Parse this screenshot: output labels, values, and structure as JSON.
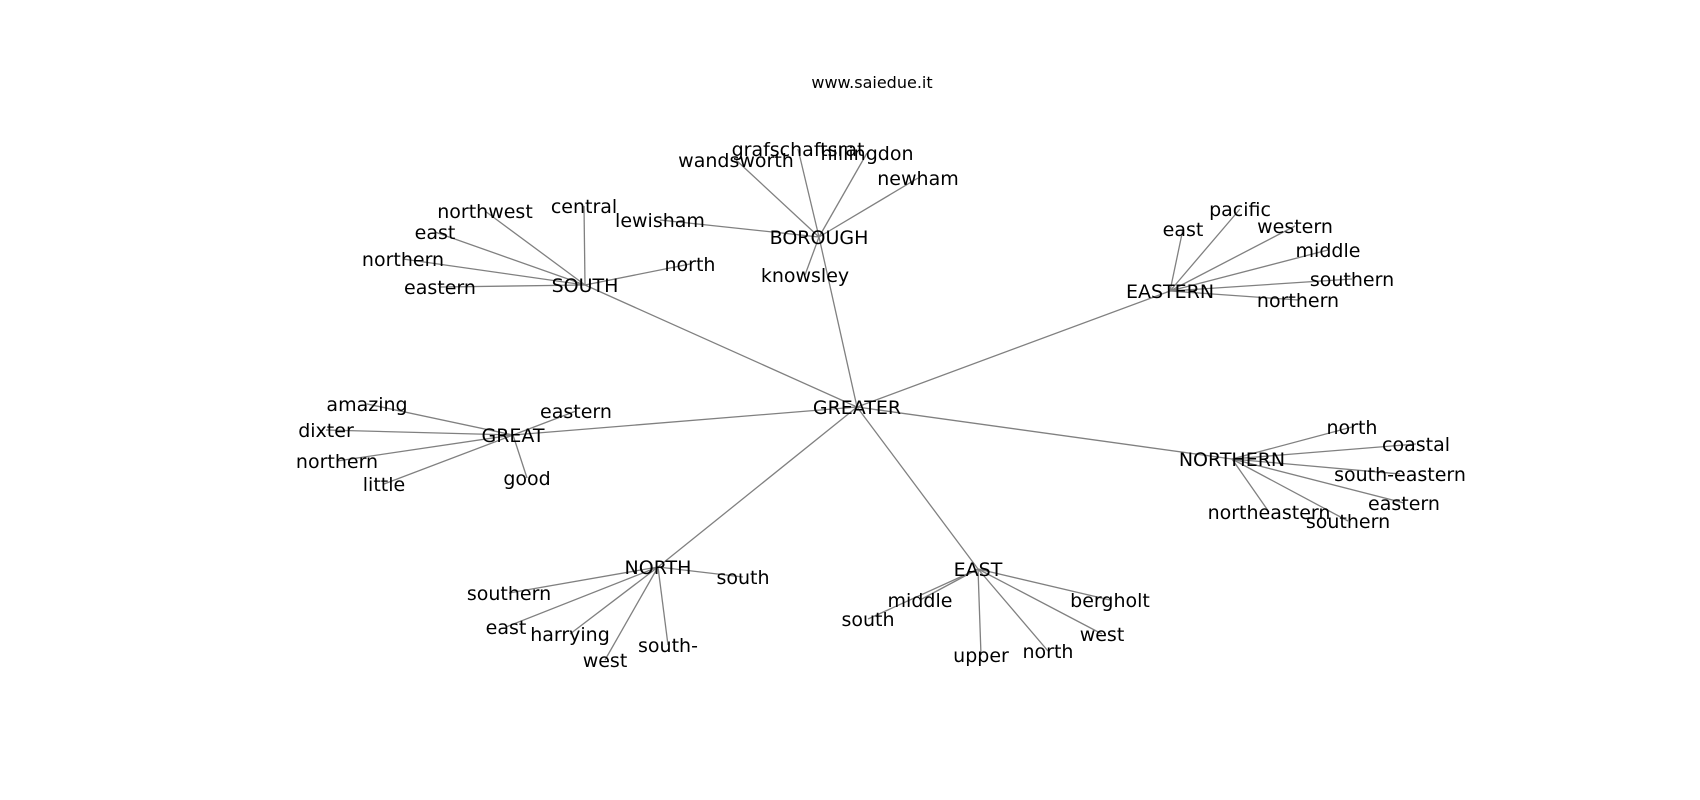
{
  "title": "www.saiedue.it",
  "colors": {
    "edge": "#808080",
    "text": "#000000",
    "background": "#ffffff"
  },
  "root": "GREATER",
  "hubs": [
    {
      "id": "south",
      "label": "SOUTH",
      "leaves": [
        "central",
        "northwest",
        "east",
        "northern",
        "eastern",
        "north"
      ]
    },
    {
      "id": "borough",
      "label": "BOROUGH",
      "leaves": [
        "grafschaftsrat",
        "hillingdon",
        "wandsworth",
        "newham",
        "lewisham",
        "knowsley"
      ]
    },
    {
      "id": "eastern",
      "label": "EASTERN",
      "leaves": [
        "pacific",
        "east",
        "western",
        "middle",
        "southern",
        "northern"
      ]
    },
    {
      "id": "great",
      "label": "GREAT",
      "leaves": [
        "amazing",
        "dixter",
        "northern",
        "little",
        "eastern",
        "good"
      ]
    },
    {
      "id": "northern",
      "label": "NORTHERN",
      "leaves": [
        "north",
        "coastal",
        "south-eastern",
        "eastern",
        "northeastern",
        "southern"
      ]
    },
    {
      "id": "north",
      "label": "NORTH",
      "leaves": [
        "south",
        "southern",
        "east",
        "harrying",
        "west",
        "south-"
      ]
    },
    {
      "id": "east",
      "label": "EAST",
      "leaves": [
        "middle",
        "south",
        "bergholt",
        "west",
        "upper",
        "north"
      ]
    }
  ]
}
